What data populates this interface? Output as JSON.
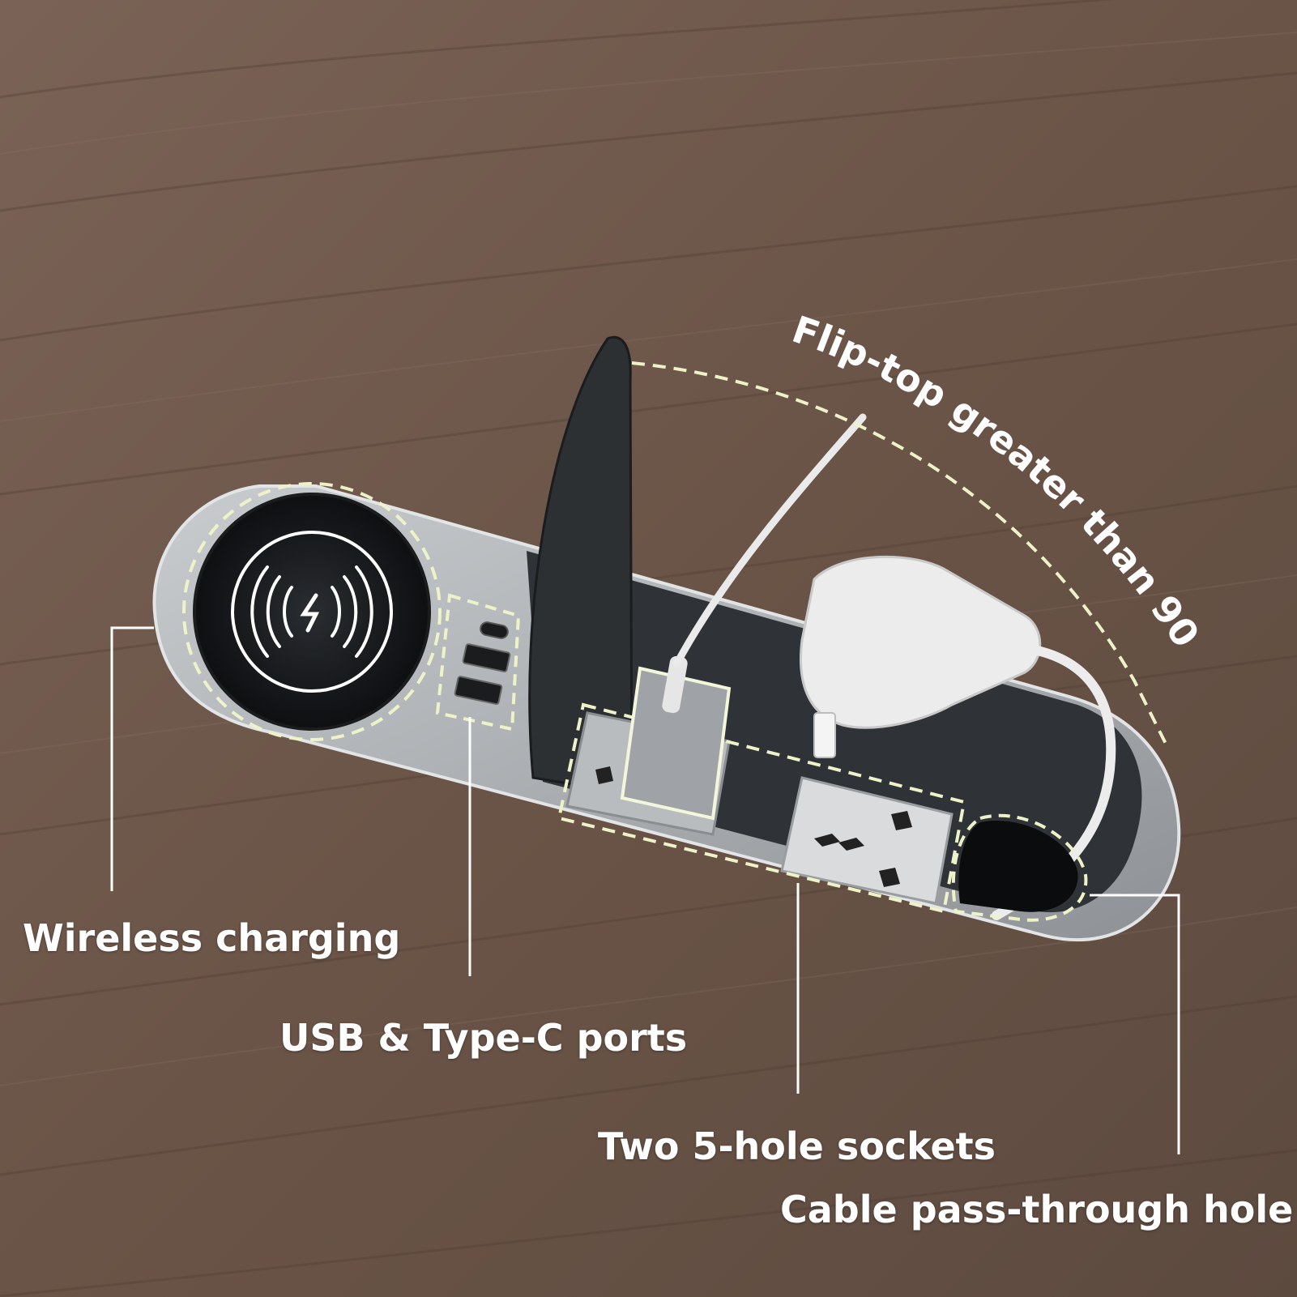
{
  "labels": {
    "wireless_charging": "Wireless charging",
    "usb_typec_ports": "USB & Type-C ports",
    "sockets": "Two 5-hole sockets",
    "cable_hole": "Cable pass-through hole",
    "flip_top": "Flip-top greater than 90°"
  },
  "colors": {
    "wood": "#6b5548",
    "wood_dark": "#4f3c33",
    "metal": "#b6b9bc",
    "metal_dark": "#8c9094",
    "panel": "#2f3236",
    "glow": "#e8ecc0",
    "plug": "#ececec"
  },
  "icons": {
    "wireless": "wireless-charging-icon"
  }
}
